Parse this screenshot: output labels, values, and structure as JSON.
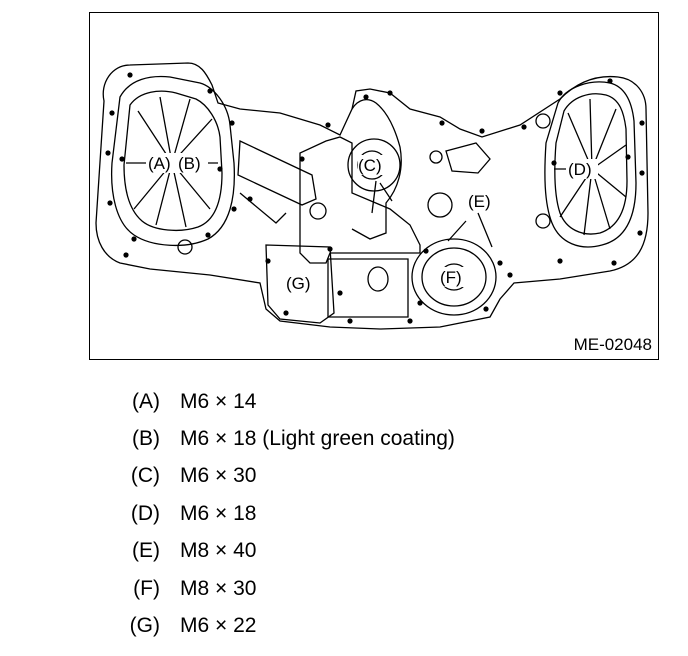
{
  "figure": {
    "code": "ME-02048",
    "callouts": [
      "(A)",
      "(B)",
      "(C)",
      "(D)",
      "(E)",
      "(F)",
      "(G)"
    ]
  },
  "legend": [
    {
      "key": "(A)",
      "spec": "M6 × 14"
    },
    {
      "key": "(B)",
      "spec": "M6 × 18 (Light green coating)"
    },
    {
      "key": "(C)",
      "spec": "M6 × 30"
    },
    {
      "key": "(D)",
      "spec": "M6 × 18"
    },
    {
      "key": "(E)",
      "spec": "M8 × 40"
    },
    {
      "key": "(F)",
      "spec": "M8 × 30"
    },
    {
      "key": "(G)",
      "spec": "M6 × 22"
    }
  ]
}
